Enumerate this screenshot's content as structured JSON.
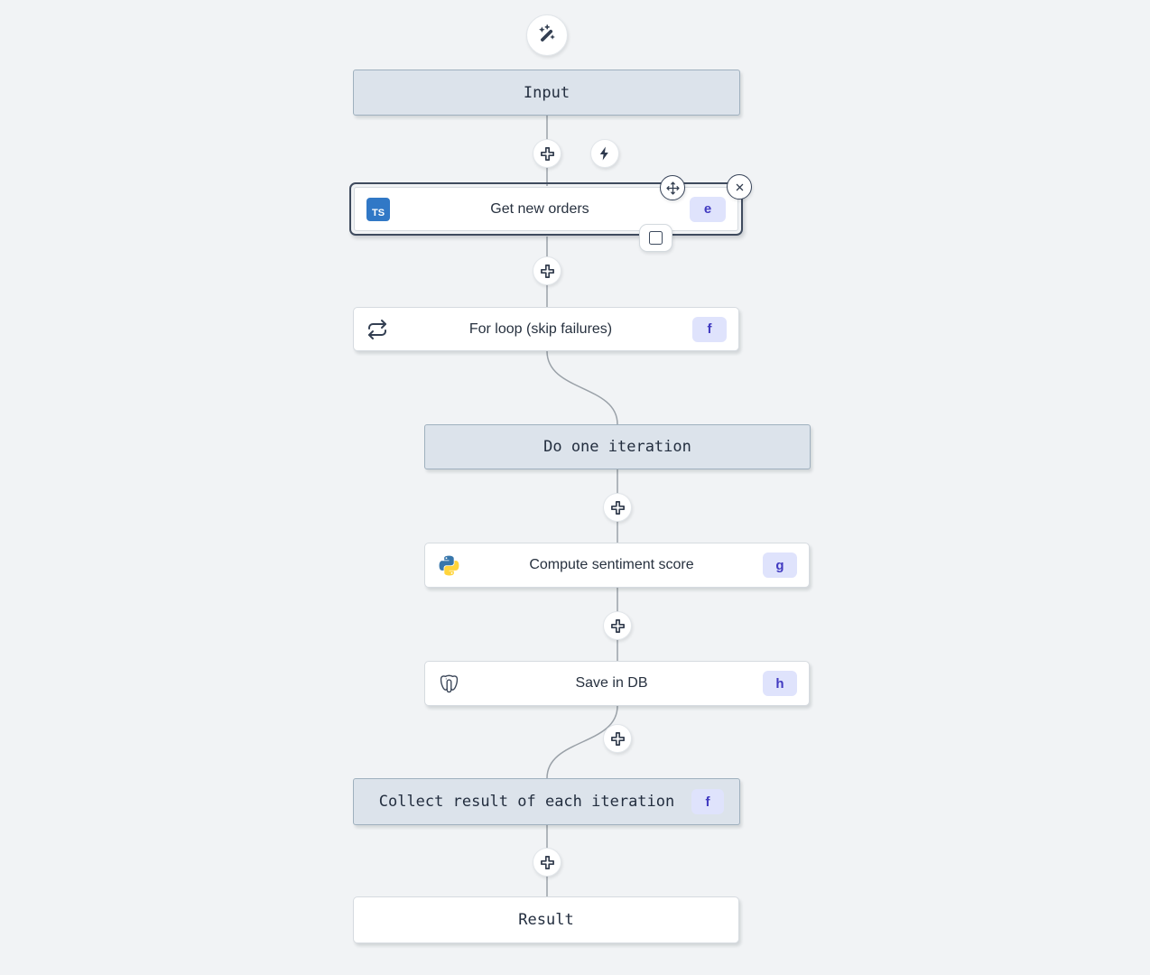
{
  "nodes": {
    "input": {
      "label": "Input"
    },
    "get_new_orders": {
      "label": "Get new orders",
      "badge": "e",
      "icon_text": "TS",
      "selected": true
    },
    "for_loop": {
      "label": "For loop (skip failures)",
      "badge": "f"
    },
    "do_one_iteration": {
      "label": "Do one iteration"
    },
    "compute_sentiment_score": {
      "label": "Compute sentiment score",
      "badge": "g"
    },
    "save_in_db": {
      "label": "Save in DB",
      "badge": "h"
    },
    "collect_result": {
      "label": "Collect result of each iteration",
      "badge": "f"
    },
    "result": {
      "label": "Result"
    }
  },
  "icons": {
    "top": "magic-wand-icon",
    "insert_step": "plus-icon",
    "trigger": "lightning-icon",
    "get_new_orders": "typescript-icon",
    "for_loop": "repeat-icon",
    "compute_sentiment_score": "python-icon",
    "save_in_db": "postgresql-icon",
    "selected_controls": [
      "move-icon",
      "close-icon",
      "square-icon"
    ]
  },
  "colors": {
    "background": "#f1f3f5",
    "virtual_node_bg": "#dce3eb",
    "virtual_node_border": "#9fb0be",
    "step_node_bg": "#ffffff",
    "step_node_border": "#d6dbe0",
    "selected_outline": "#3f4b5e",
    "edge": "#9aa1a8",
    "badge_bg": "#dfe3fc",
    "badge_text": "#413ac1",
    "icon_dark": "#333f52",
    "typescript_blue": "#3178c6",
    "python_blue": "#3776ab",
    "python_yellow": "#ffd43b"
  }
}
